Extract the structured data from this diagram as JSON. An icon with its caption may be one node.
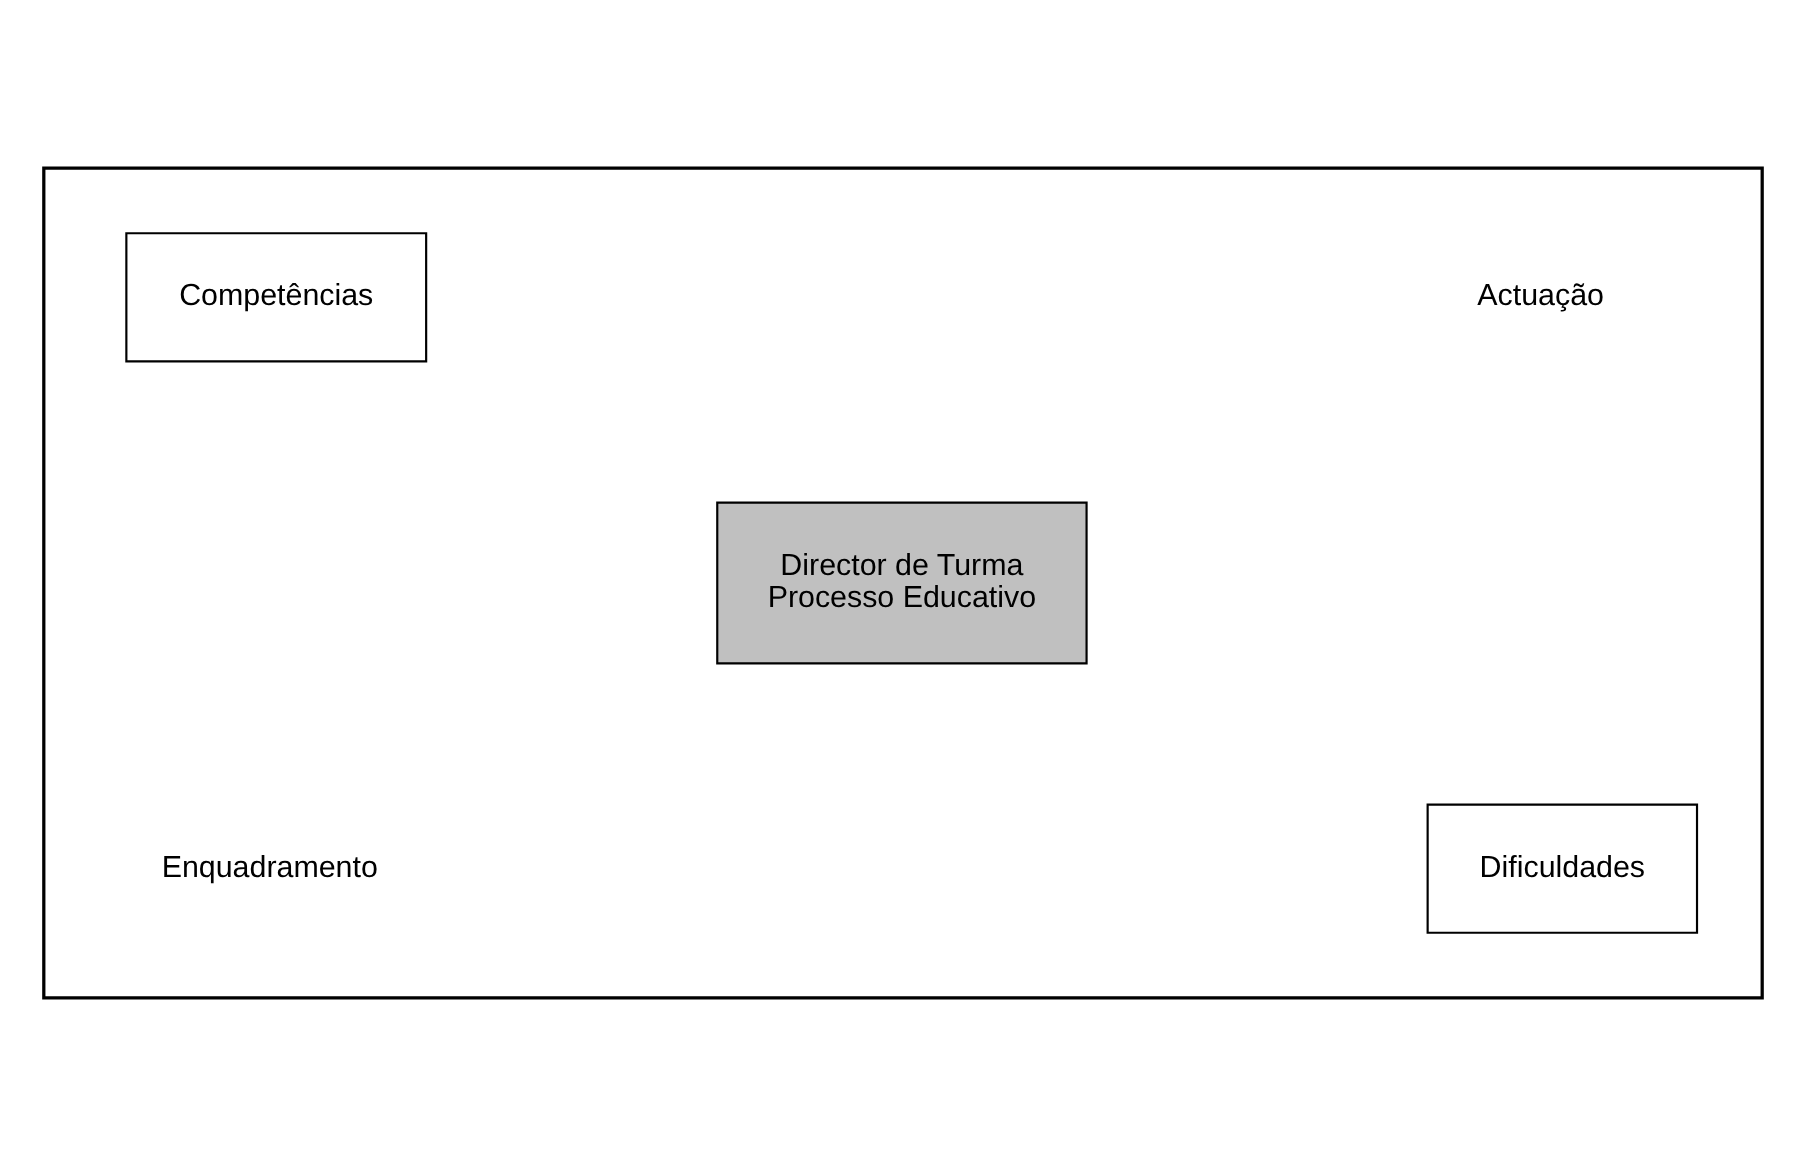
{
  "diagram": {
    "nodes": [
      {
        "text": [],
        "shape": "box"
      },
      {
        "text": [
          "Competências"
        ],
        "in": 0
      },
      {
        "text": [
          "Director de Turma",
          "Processo Educativo"
        ],
        "in": 0
      },
      {
        "text": [
          "Dificuldades"
        ],
        "in": 0
      }
    ],
    "edges": [],
    "labels": [
      "Actuação",
      "Enquadramento"
    ]
  }
}
